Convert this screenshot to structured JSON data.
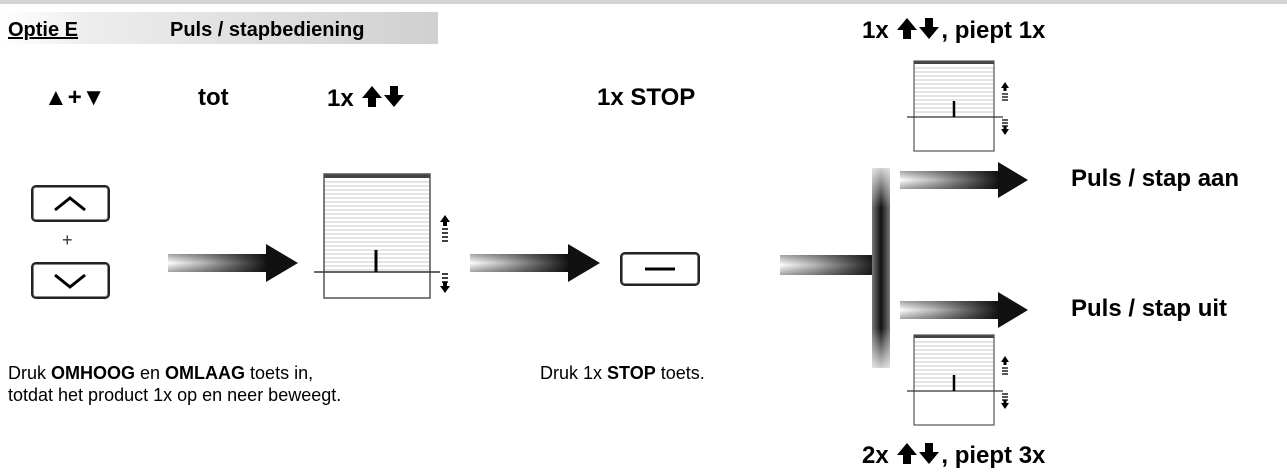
{
  "header": {
    "option": "Optie E",
    "title": "Puls / stapbediening"
  },
  "steps": {
    "keys_label": "▲+▼",
    "until_label": "tot",
    "move_label_prefix": "1x",
    "stop_label": "1x STOP"
  },
  "keypad": {
    "plus": "+"
  },
  "descriptions": {
    "press_both": {
      "pre": "Druk ",
      "up": "OMHOOG",
      "mid": " en ",
      "down": "OMLAAG",
      "post": " toets in,",
      "line2": "totdat het product 1x op en neer beweegt."
    },
    "press_stop": {
      "pre": "Druk 1x ",
      "stop": "STOP",
      "post": " toets."
    }
  },
  "outcomes": {
    "on": {
      "label": "Puls / stap aan",
      "count_prefix": "1x",
      "beeps": ", piept 1x"
    },
    "off": {
      "label": "Puls / stap uit",
      "count_prefix": "2x",
      "beeps": ", piept 3x"
    }
  },
  "colors": {
    "ink": "#000000",
    "blind": "#d6d6d6",
    "header_gradient": "#d0d0d0"
  }
}
